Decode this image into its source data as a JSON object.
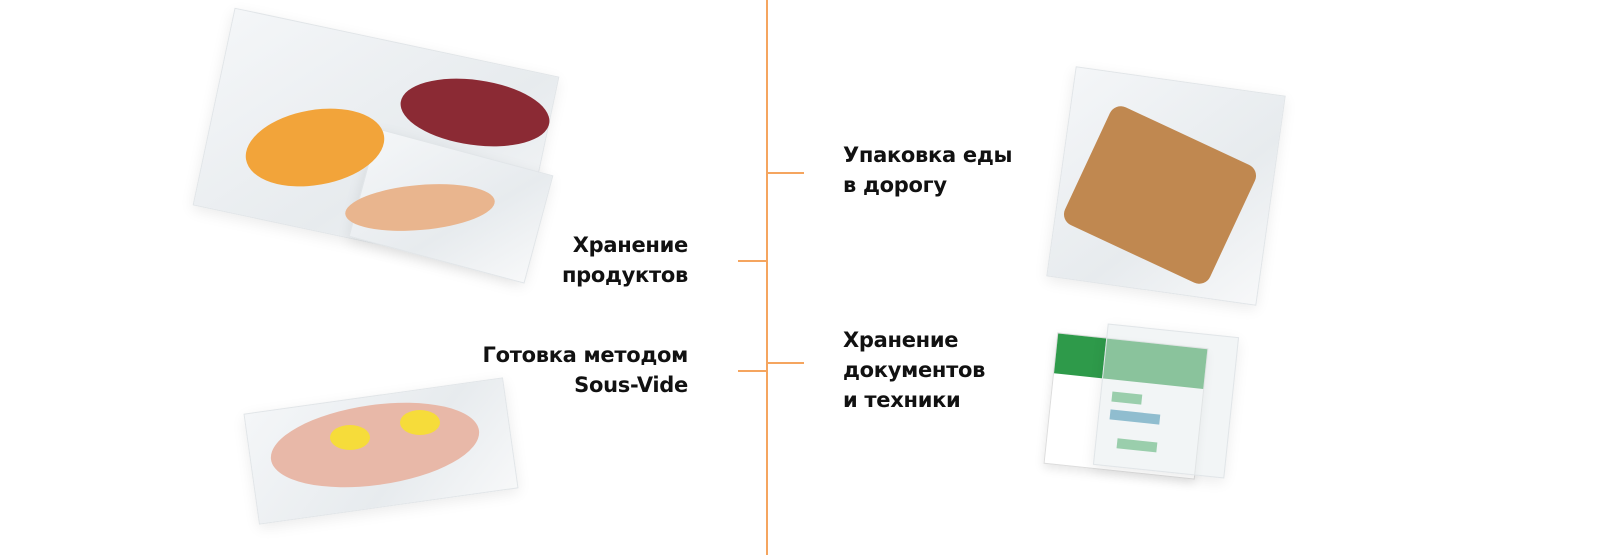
{
  "colors": {
    "accent": "#f5a55f"
  },
  "items": [
    {
      "id": "food-storage",
      "lines": [
        "Хранение",
        "продуктов"
      ]
    },
    {
      "id": "sous-vide",
      "lines": [
        "Готовка методом",
        "Sous-Vide"
      ]
    },
    {
      "id": "travel-food",
      "lines": [
        "Упаковка еды",
        "в дорогу"
      ]
    },
    {
      "id": "documents",
      "lines": [
        "Хранение",
        "документов",
        "и техники"
      ]
    }
  ]
}
